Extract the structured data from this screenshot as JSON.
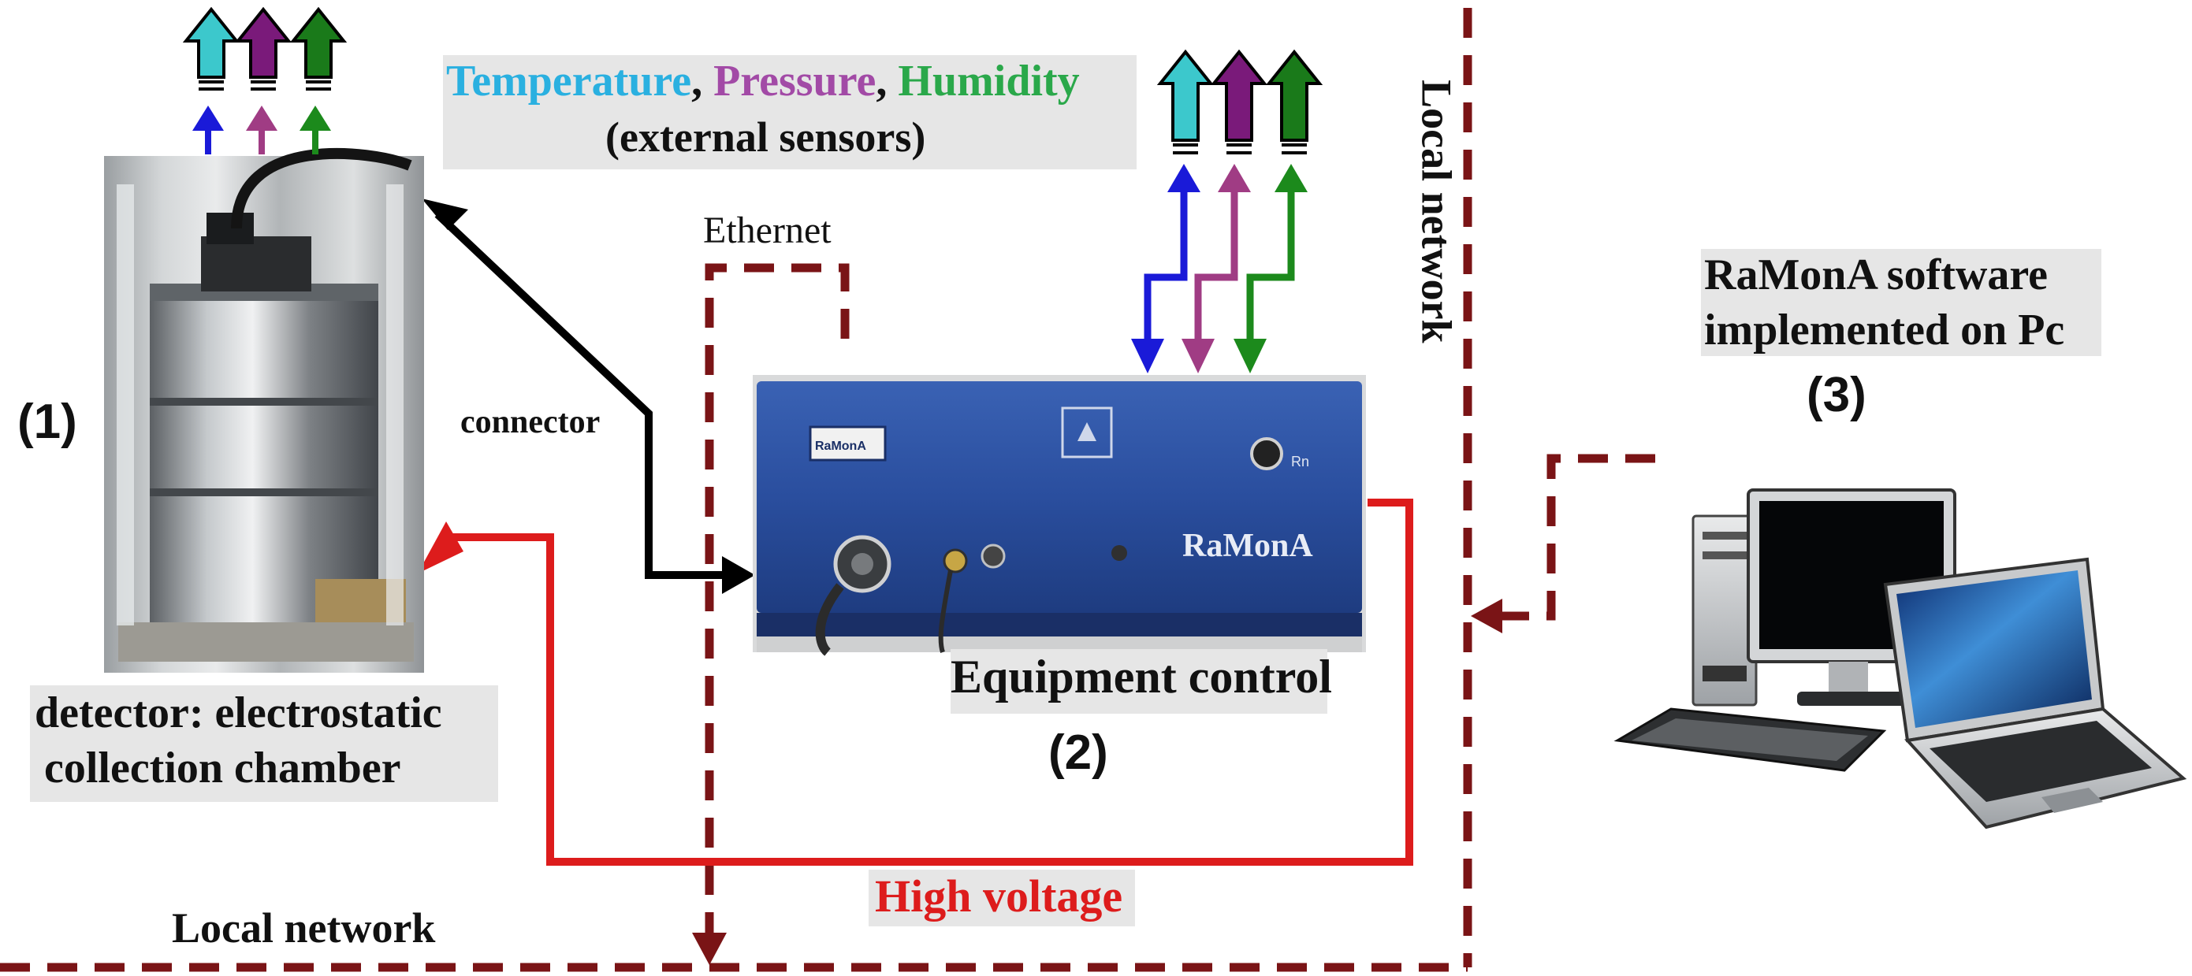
{
  "colors": {
    "network": "#7a1416",
    "high_voltage": "#dd1c1c",
    "connector": "#000000",
    "temperature": "#2ab0e0",
    "pressure": "#a24aa6",
    "humidity": "#2aa84a",
    "temp_arrow_up": "#3cc8cc",
    "pressure_arrow_up": "#7a1a7a",
    "humidity_arrow_up": "#1a7a1a",
    "blue_line": "#1a1ad8",
    "purple_line": "#a03c84",
    "green_line": "#1c8a1c",
    "label_box": "#e6e6e6",
    "device_body": "#2a4e9e"
  },
  "sensors": {
    "temperature": "Temperature",
    "comma1": ",",
    "pressure": "Pressure",
    "comma2": ",",
    "humidity": "Humidity",
    "subtitle": "(external sensors)"
  },
  "labels": {
    "ethernet": "Ethernet",
    "connector": "connector",
    "local_network_bottom": "Local network",
    "local_network_vertical": "Local network",
    "high_voltage": "High voltage",
    "equipment_control": "Equipment control",
    "detector_line1": "detector: electrostatic",
    "detector_line2": "collection chamber",
    "software_line1": "RaMonA software",
    "software_line2": "implemented on Pc",
    "num1": "(1)",
    "num2": "(2)",
    "num3": "(3)"
  },
  "device": {
    "brand": "RaMonA",
    "tag": "RaMonA",
    "knob_label": "Rn"
  },
  "icons": {
    "computer": "desktop-and-laptop-icon",
    "detector": "collection-chamber-photo",
    "device": "control-unit-photo",
    "sensor_arrow": "hollow-up-arrow-icon"
  }
}
